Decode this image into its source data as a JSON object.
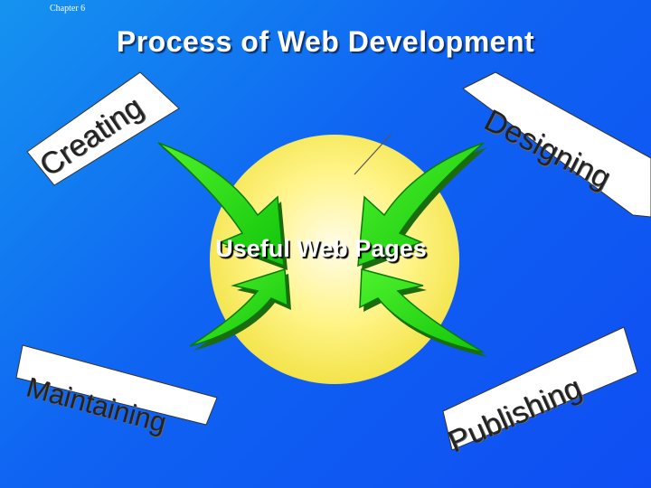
{
  "header": {
    "chapter": "Chapter 6",
    "title": "Process of Web Development"
  },
  "center": {
    "label": "Useful Web Pages"
  },
  "stages": {
    "creating": "Creating",
    "designing": "Designing",
    "maintaining": "Maintaining",
    "publishing": "Publishing"
  },
  "colors": {
    "background": "#0f63f2",
    "arrow": "#22dd11",
    "sun": "#fff27a",
    "card": "#ffffff"
  }
}
